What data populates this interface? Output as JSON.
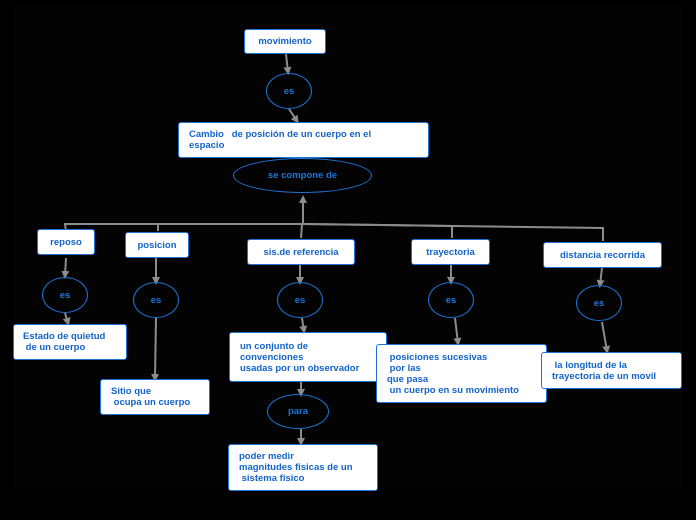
{
  "colors": {
    "background": "#000000",
    "node_fill": "#ffffff",
    "node_border": "#1e74d6",
    "node_text": "#1464c8",
    "connector": "#8c8c8c"
  },
  "nodes": {
    "movimiento": "movimiento",
    "es_main": "es",
    "cambio": "Cambio   de posición de un cuerpo en el\nespacio",
    "se_compone_de": "se compone de",
    "reposo": "reposo",
    "es_reposo": "es",
    "estado_quietud": "Estado de quietud\n de un cuerpo",
    "posicion": "posicion",
    "es_posicion": "es",
    "sitio_que": "Sitio que\n ocupa un cuerpo",
    "sis_referencia": "sis.de referencia",
    "es_referencia": "es",
    "conjunto_convenciones": "un conjunto de\nconvenciones\nusadas por un observador",
    "para": "para",
    "poder_medir": "poder medir\nmagnitudes fisicas de un\n sistema fisico",
    "trayectoria": "trayectoria",
    "es_trayectoria": "es",
    "posiciones_sucesivas": " posiciones sucesivas\n por las\nque pasa\n un cuerpo en su movimiento",
    "distancia_recorrida": "distancia recorrida",
    "es_distancia": "es",
    "longitud": " la longitud de la\ntrayectoria de un movil"
  }
}
